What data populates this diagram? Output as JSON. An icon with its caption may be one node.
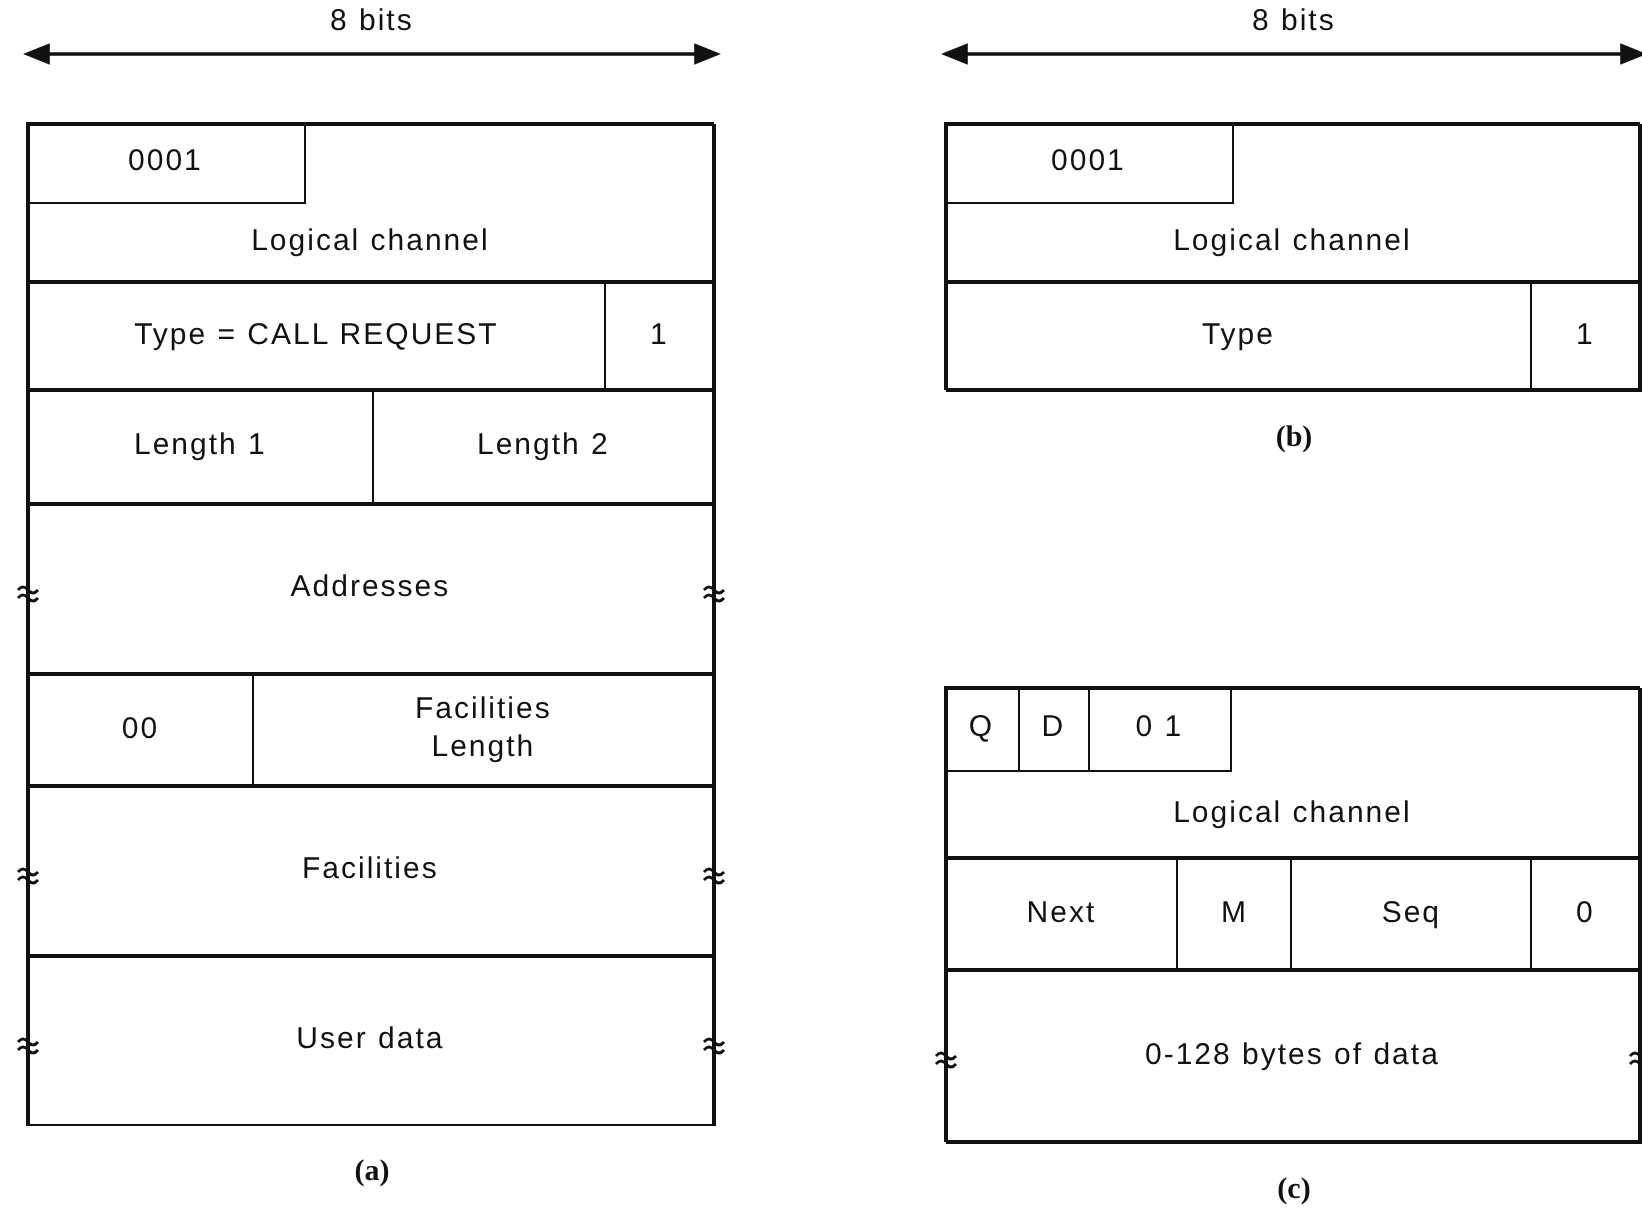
{
  "diagram": {
    "nodes": [
      {
        "text": [],
        "shape": "box",
        "beside": [
          "(a)"
        ]
      },
      {
        "text": [
          "Logical channel"
        ],
        "in": 0
      },
      {
        "text": [
          "0001"
        ],
        "in": 1
      },
      {
        "text": [
          "Type = CALL REQUEST"
        ],
        "in": 0
      },
      {
        "text": [
          "1"
        ],
        "in": 0
      },
      {
        "text": [
          "Length 1"
        ],
        "in": 0
      },
      {
        "text": [
          "Length 2"
        ],
        "in": 0
      },
      {
        "text": [
          "Addresses"
        ],
        "in": 0
      },
      {
        "text": [
          "00"
        ],
        "in": 0
      },
      {
        "text": [
          "Facilities Length"
        ],
        "in": 0
      },
      {
        "text": [
          "Facilities"
        ],
        "in": 0
      },
      {
        "text": [
          "User data"
        ],
        "in": 0
      },
      {
        "text": [],
        "shape": "box",
        "beside": [
          "(b)"
        ]
      },
      {
        "text": [
          "Logical channel"
        ],
        "in": 12
      },
      {
        "text": [
          "0001"
        ],
        "in": 13
      },
      {
        "text": [
          "Type"
        ],
        "in": 12
      },
      {
        "text": [
          "1"
        ],
        "in": 12
      },
      {
        "text": [],
        "shape": "box",
        "beside": [
          "(c)"
        ]
      },
      {
        "text": [
          "Logical channel"
        ],
        "in": 17
      },
      {
        "text": [
          "Q"
        ],
        "in": 18
      },
      {
        "text": [
          "D"
        ],
        "in": 18
      },
      {
        "text": [
          "0 1"
        ],
        "in": 18
      },
      {
        "text": [
          "Next"
        ],
        "in": 17
      },
      {
        "text": [
          "M"
        ],
        "in": 17
      },
      {
        "text": [
          "Seq"
        ],
        "in": 17
      },
      {
        "text": [
          "0"
        ],
        "in": 17
      },
      {
        "text": [
          "0-128 bytes of data"
        ],
        "in": 17
      }
    ],
    "edges": [],
    "labels": [
      "8 bits",
      "8 bits"
    ]
  }
}
